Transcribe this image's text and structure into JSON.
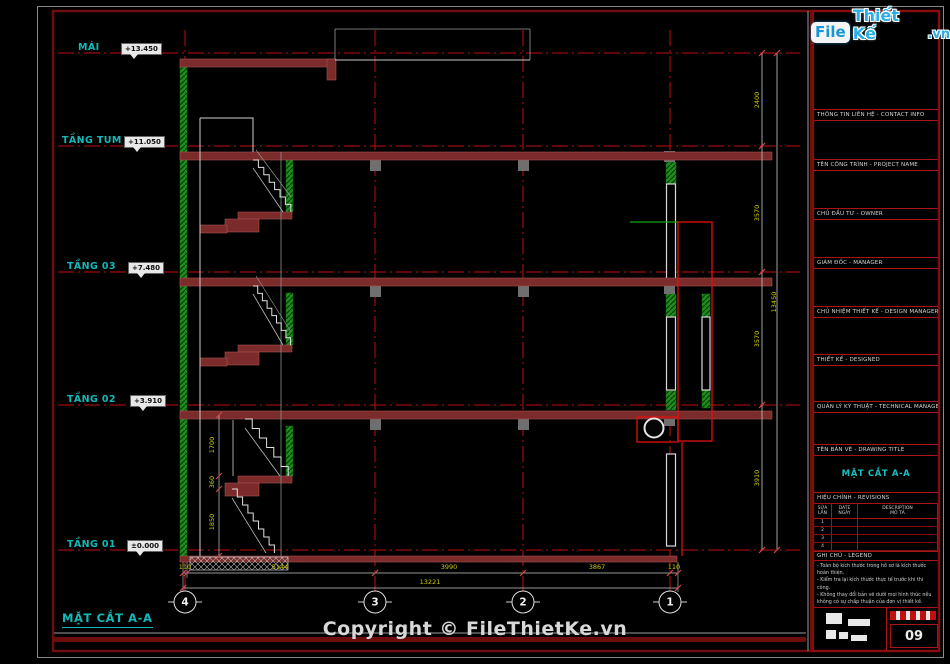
{
  "page": {
    "section_label": "MẶT CẮT A-A",
    "copyright": "Copyright © FileThietKe.vn"
  },
  "logo": {
    "part1": "File",
    "part2": "Thiết Kế",
    "part3": ".vn"
  },
  "floors": [
    {
      "name": "MÁI",
      "elevation": "+13.450"
    },
    {
      "name": "TẦNG TUM",
      "elevation": "+11.050"
    },
    {
      "name": "TẦNG 03",
      "elevation": "+7.480"
    },
    {
      "name": "TẦNG 02",
      "elevation": "+3.910"
    },
    {
      "name": "TẦNG 01",
      "elevation": "±0.000"
    }
  ],
  "grid_bubbles": [
    "4",
    "3",
    "2",
    "1"
  ],
  "dimensions": {
    "bottom_row": [
      "110",
      "5144",
      "3990",
      "3867",
      "110"
    ],
    "bottom_total": "13221",
    "right_heights": [
      "2400",
      "3570",
      "3570",
      "3910"
    ],
    "right_total": "13450",
    "stair_dims": [
      "1700",
      "360",
      "1850"
    ]
  },
  "title_block": {
    "sections": [
      "THÔNG TIN LIÊN HỆ - CONTACT INFO",
      "TÊN CÔNG TRÌNH - PROJECT NAME",
      "CHỦ ĐẦU TƯ - OWNER",
      "GIÁM ĐỐC - MANAGER",
      "CHỦ NHIỆM THIẾT KẾ - DESIGN MANAGER",
      "THIẾT KẾ - DESIGNED",
      "QUẢN LÝ KỸ THUẬT - TECHNICAL MANAGER",
      "TÊN BẢN VẼ - DRAWING TITLE",
      "HIỆU CHỈNH - REVISIONS",
      "GHI CHÚ - LEGEND"
    ],
    "drawing_title": "MẶT CẮT A-A",
    "rev_cols": {
      "c1a": "SỬA",
      "c1b": "LẦN",
      "c2a": "DATE",
      "c2b": "NGÀY",
      "c3a": "DESCRIPTION",
      "c3b": "MÔ TẢ"
    },
    "rev_rows": [
      "1",
      "2",
      "3",
      "4"
    ],
    "notes": [
      "- Toàn bộ kích thước trong hồ sơ là kích thước hoàn thiện.",
      "- Kiểm tra lại kích thước thực tế trước khi thi công.",
      "- Không thay đổi bản vẽ dưới mọi hình thức nếu không có sự chấp thuận của đơn vị thiết kế."
    ],
    "sheet_number": "09"
  },
  "colors": {
    "grid_red": "#c01010",
    "slab_maroon": "#7c2b2b",
    "column_green": "#1e8f1e",
    "label_cyan": "#15b8b8",
    "dim_yellow": "#c9c900",
    "frame_dark_red": "#6e0d0d",
    "logo_blue": "#2aaee8"
  }
}
